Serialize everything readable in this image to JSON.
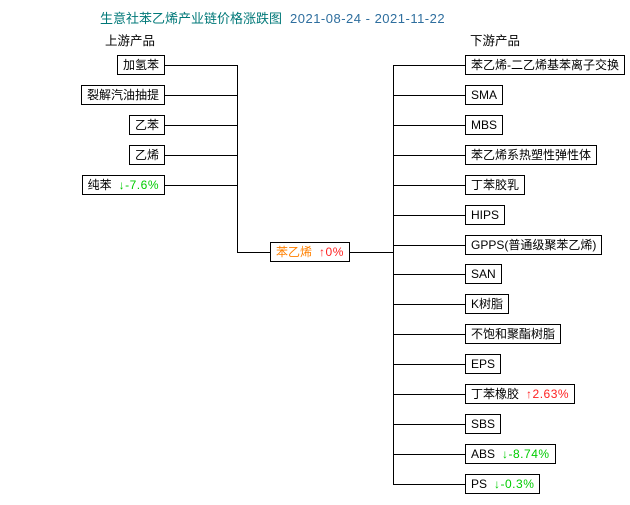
{
  "title": {
    "text": "生意社苯乙烯产业链价格涨跌图",
    "date_range": "2021-08-24 - 2021-11-22"
  },
  "sections": {
    "upstream_label": "上游产品",
    "downstream_label": "下游产品"
  },
  "center_node": {
    "label": "苯乙烯",
    "arrow": "↑",
    "change": "0%",
    "direction": "up"
  },
  "upstream": [
    {
      "label": "加氢苯"
    },
    {
      "label": "裂解汽油抽提"
    },
    {
      "label": "乙苯"
    },
    {
      "label": "乙烯"
    },
    {
      "label": "纯苯",
      "arrow": "↓",
      "change": "-7.6%",
      "direction": "down"
    }
  ],
  "downstream": [
    {
      "label": "苯乙烯-二乙烯基苯离子交换"
    },
    {
      "label": "SMA"
    },
    {
      "label": "MBS"
    },
    {
      "label": "苯乙烯系热塑性弹性体"
    },
    {
      "label": "丁苯胶乳"
    },
    {
      "label": "HIPS"
    },
    {
      "label": "GPPS(普通级聚苯乙烯)"
    },
    {
      "label": "SAN"
    },
    {
      "label": "K树脂"
    },
    {
      "label": "不饱和聚酯树脂"
    },
    {
      "label": "EPS"
    },
    {
      "label": "丁苯橡胶",
      "arrow": "↑",
      "change": "2.63%",
      "direction": "up"
    },
    {
      "label": "SBS"
    },
    {
      "label": "ABS",
      "arrow": "↓",
      "change": "-8.74%",
      "direction": "down"
    },
    {
      "label": "PS",
      "arrow": "↓",
      "change": "-0.3%",
      "direction": "down"
    }
  ],
  "colors": {
    "up": "#ff2222",
    "down": "#00cc00",
    "center_label": "#ff8000",
    "title": "#007878",
    "date": "#2e6e9e",
    "line": "#000000"
  }
}
